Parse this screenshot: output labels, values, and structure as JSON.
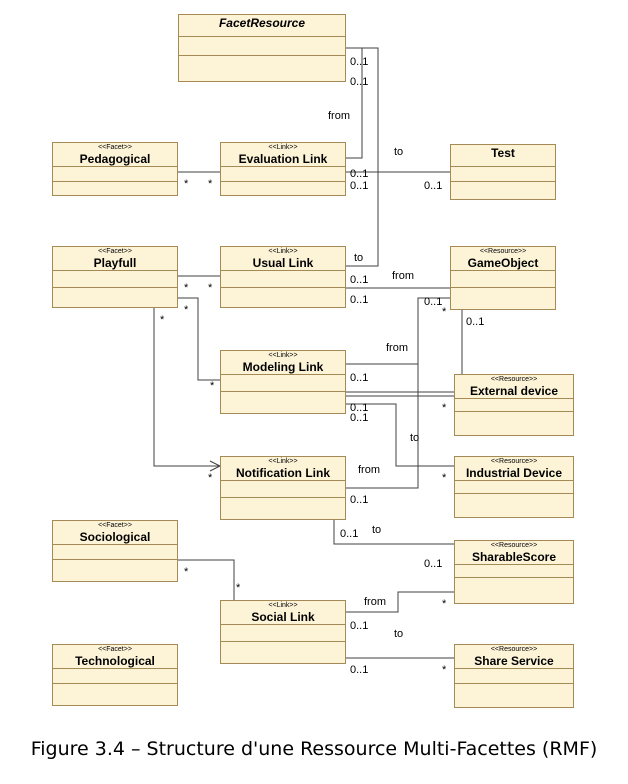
{
  "boxes": {
    "facet_resource": {
      "name": "FacetResource"
    },
    "pedagogical": {
      "stereotype": "<<Facet>>",
      "name": "Pedagogical"
    },
    "evaluation_link": {
      "stereotype": "<<Link>>",
      "name": "Evaluation Link"
    },
    "test": {
      "name": "Test"
    },
    "playfull": {
      "stereotype": "<<Facet>>",
      "name": "Playfull"
    },
    "usual_link": {
      "stereotype": "<<Link>>",
      "name": "Usual Link"
    },
    "game_object": {
      "stereotype": "<<Resource>>",
      "name": "GameObject"
    },
    "modeling_link": {
      "stereotype": "<<Link>>",
      "name": "Modeling Link"
    },
    "external_device": {
      "stereotype": "<<Resource>>",
      "name": "External device"
    },
    "notification_link": {
      "stereotype": "<<Link>>",
      "name": "Notification Link"
    },
    "industrial_device": {
      "stereotype": "<<Resource>>",
      "name": "Industrial Device"
    },
    "sociological": {
      "stereotype": "<<Facet>>",
      "name": "Sociological"
    },
    "sharable_score": {
      "stereotype": "<<Resource>>",
      "name": "SharableScore"
    },
    "social_link": {
      "stereotype": "<<Link>>",
      "name": "Social Link"
    },
    "technological": {
      "stereotype": "<<Facet>>",
      "name": "Technological"
    },
    "share_service": {
      "stereotype": "<<Resource>>",
      "name": "Share Service"
    }
  },
  "labels": {
    "fr_mult_a": "0..1",
    "fr_mult_b": "0..1",
    "from_eval": "from",
    "to_eval": "to",
    "ped_star": "*",
    "eval_star": "*",
    "eval_mult_a": "0..1",
    "eval_mult_b": "0..1",
    "test_mult": "0..1",
    "to_usual": "to",
    "from_usual": "from",
    "usual_mult_a": "0..1",
    "usual_mult_b": "0..1",
    "play_star_a": "*",
    "usual_star": "*",
    "play_star_b": "*",
    "play_star_c": "*",
    "go_mult_a": "0..1",
    "go_star": "*",
    "go_mult_b": "0..1",
    "from_model": "from",
    "model_star": "*",
    "model_mult_a": "0..1",
    "ext_star": "*",
    "model_mult_b": "0..1",
    "model_mult_c": "0..1",
    "to_model": "to",
    "notif_star": "*",
    "from_notif": "from",
    "ind_star": "*",
    "notif_mult": "0..1",
    "notif_mult_b": "0..1",
    "to_notif": "to",
    "score_mult": "0..1",
    "soc_star": "*",
    "social_star": "*",
    "from_social": "from",
    "score_star": "*",
    "social_mult_a": "0..1",
    "to_social": "to",
    "social_mult_b": "0..1",
    "share_star": "*"
  },
  "caption": "Figure 3.4 – Structure d'une Ressource Multi-Facettes (RMF)"
}
